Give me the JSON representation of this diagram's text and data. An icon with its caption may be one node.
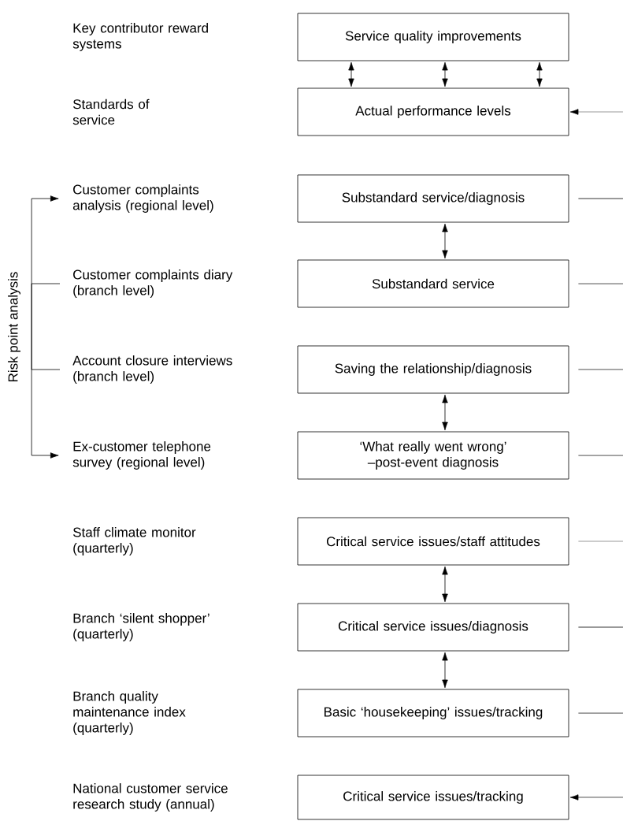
{
  "diagram": {
    "nodes": [
      {
        "text": [
          "Risk point analysis"
        ]
      },
      {
        "text": [
          "Key contributor reward systems"
        ]
      },
      {
        "text": [
          "Service quality improvements"
        ]
      },
      {
        "text": [
          "Standards of service"
        ]
      },
      {
        "text": [
          "Actual performance levels"
        ]
      },
      {
        "text": [
          "Customer complaints analysis (regional level)"
        ]
      },
      {
        "text": [
          "Substandard service/diagnosis"
        ]
      },
      {
        "text": [
          "Customer complaints diary (branch level)"
        ]
      },
      {
        "text": [
          "Substandard service"
        ]
      },
      {
        "text": [
          "Account closure interviews (branch level)"
        ]
      },
      {
        "text": [
          "Saving the relationship/diagnosis"
        ]
      },
      {
        "text": [
          "Ex-customer telephone survey (regional level)"
        ]
      },
      {
        "text": [
          "‘What really went wrong’ –post-event diagnosis"
        ]
      },
      {
        "text": [
          "Staff climate monitor (quarterly)"
        ]
      },
      {
        "text": [
          "Critical service issues/staff attitudes"
        ]
      },
      {
        "text": [
          "Branch ‘silent shopper’ (quarterly)"
        ]
      },
      {
        "text": [
          "Critical service issues/diagnosis"
        ]
      },
      {
        "text": [
          "Branch quality maintenance index (quarterly)"
        ]
      },
      {
        "text": [
          "Basic ‘housekeeping’ issues/tracking"
        ]
      },
      {
        "text": [
          "National customer service research study (annual)"
        ]
      },
      {
        "text": [
          "Critical service issues/tracking"
        ]
      }
    ],
    "edges": [
      {
        "from": 2,
        "to": 4,
        "arrow": "both"
      },
      {
        "from": 2,
        "to": 4,
        "arrow": "both"
      },
      {
        "from": 2,
        "to": 4,
        "arrow": "both"
      },
      {
        "from": 6,
        "to": 8,
        "arrow": "both"
      },
      {
        "from": 10,
        "to": 12,
        "arrow": "both"
      },
      {
        "from": 14,
        "to": 16,
        "arrow": "both"
      },
      {
        "from": 16,
        "to": 18,
        "arrow": "both"
      },
      {
        "from": 0,
        "to": 5,
        "arrow": "to"
      },
      {
        "from": 0,
        "to": 7,
        "arrow": "none"
      },
      {
        "from": 0,
        "to": 9,
        "arrow": "none"
      },
      {
        "from": 0,
        "to": 11,
        "arrow": "to"
      },
      {
        "from": null,
        "to": 4,
        "arrow": "to"
      },
      {
        "from": 6,
        "to": null,
        "arrow": "none"
      },
      {
        "from": 8,
        "to": null,
        "arrow": "none"
      },
      {
        "from": 10,
        "to": null,
        "arrow": "none"
      },
      {
        "from": 12,
        "to": null,
        "arrow": "none"
      },
      {
        "from": 14,
        "to": null,
        "arrow": "none"
      },
      {
        "from": 16,
        "to": null,
        "arrow": "none"
      },
      {
        "from": 18,
        "to": null,
        "arrow": "none"
      },
      {
        "from": null,
        "to": 20,
        "arrow": "to"
      }
    ]
  }
}
